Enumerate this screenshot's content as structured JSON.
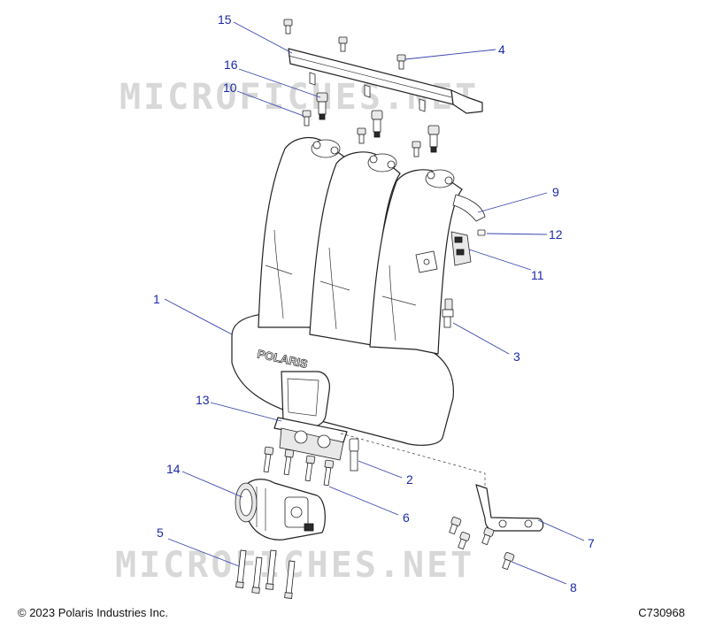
{
  "watermark": {
    "text": "MICROFICHES.NET"
  },
  "callouts": [
    {
      "id": "1",
      "label": "1"
    },
    {
      "id": "2",
      "label": "2"
    },
    {
      "id": "3",
      "label": "3"
    },
    {
      "id": "4",
      "label": "4"
    },
    {
      "id": "5",
      "label": "5"
    },
    {
      "id": "6",
      "label": "6"
    },
    {
      "id": "7",
      "label": "7"
    },
    {
      "id": "8",
      "label": "8"
    },
    {
      "id": "9",
      "label": "9"
    },
    {
      "id": "10",
      "label": "10"
    },
    {
      "id": "11",
      "label": "11"
    },
    {
      "id": "12",
      "label": "12"
    },
    {
      "id": "13",
      "label": "13"
    },
    {
      "id": "14",
      "label": "14"
    },
    {
      "id": "15",
      "label": "15"
    },
    {
      "id": "16",
      "label": "16"
    }
  ],
  "manifold_logo": "POLARIS",
  "footer": {
    "copyright": "© 2023 Polaris Industries Inc.",
    "drawing_number": "C730968"
  },
  "colors": {
    "callout": "#1b2aa8",
    "line": "#222222",
    "watermark": "#d8d8d8"
  }
}
